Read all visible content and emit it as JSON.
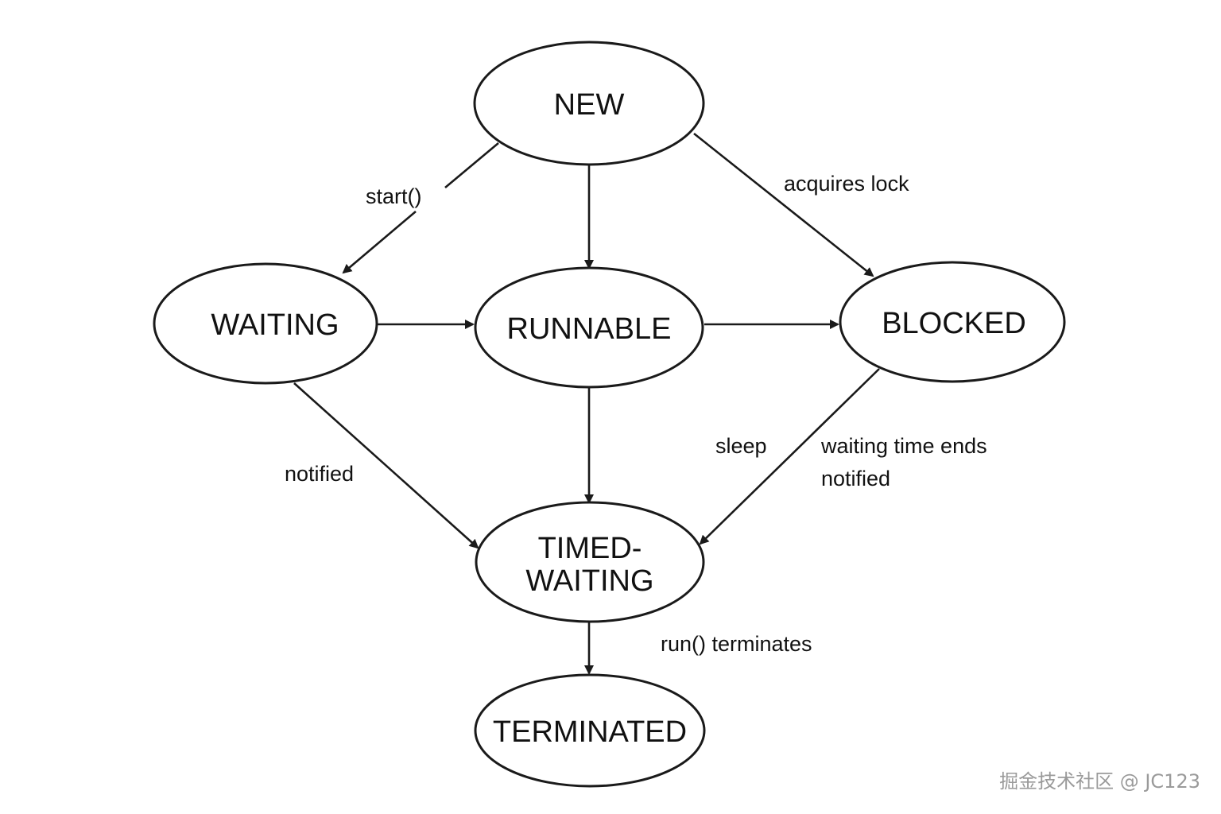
{
  "states": {
    "new": "NEW",
    "waiting": "WAITING",
    "runnable": "RUNNABLE",
    "blocked": "BLOCKED",
    "timed_waiting_line1": "TIMED-",
    "timed_waiting_line2": "WAITING",
    "terminated": "TERMINATED"
  },
  "transitions": {
    "start": "start()",
    "acquires_lock": "acquires lock",
    "notified_left": "notified",
    "sleep": "sleep",
    "waiting_time_ends": "waiting time ends",
    "notified_right": "notified",
    "run_terminates": "run() terminates"
  },
  "watermark": "掘金技术社区 @ JC123",
  "colors": {
    "stroke": "#1a1a1a",
    "text": "#111111",
    "watermark": "#9a9a9a"
  }
}
